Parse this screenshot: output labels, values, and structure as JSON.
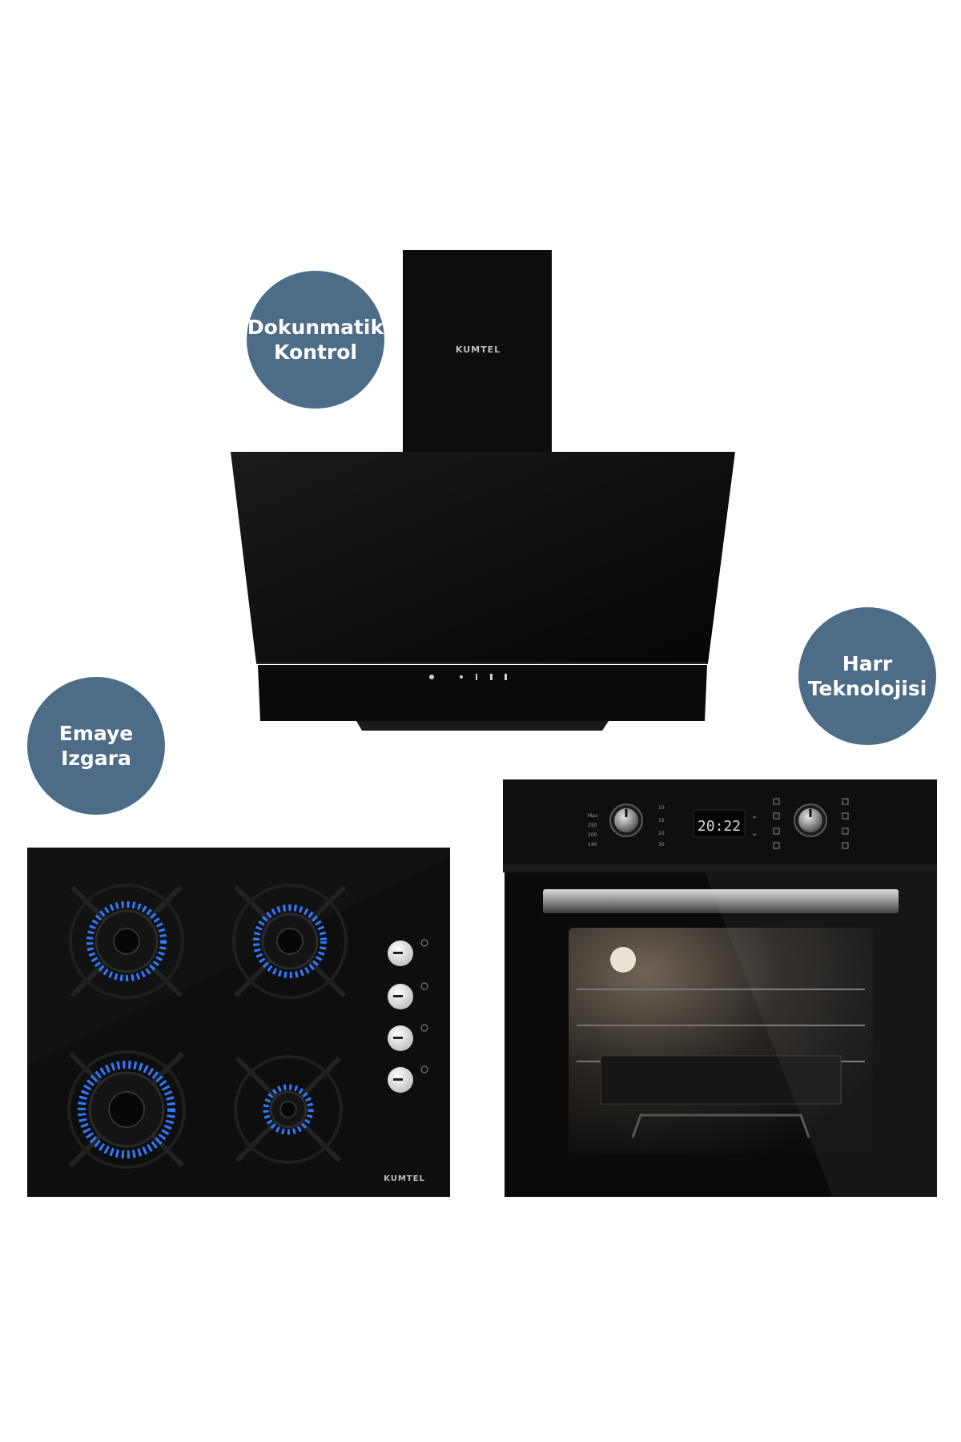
{
  "colors": {
    "badge": "#4c6c87",
    "appliance": "#0c0c0c",
    "flame": "#2f7bff"
  },
  "badges": {
    "touch": {
      "line1": "Dokunmatik",
      "line2": "Kontrol"
    },
    "fan": {
      "line1": "Harr",
      "line2": "Teknolojisi"
    },
    "grate": {
      "line1": "Emaye",
      "line2": "Izgara"
    }
  },
  "hood": {
    "brand": "KUMTEL",
    "touch_icons": [
      "power-icon",
      "minus-icon",
      "speed-1-icon",
      "speed-2-icon",
      "speed-3-icon"
    ]
  },
  "hob": {
    "brand": "KUMTEL",
    "burners": 4,
    "knobs": 4
  },
  "oven": {
    "display_time": "20:22",
    "left_scale": [
      "Max",
      "250",
      "200",
      "140"
    ],
    "right_scale": [
      "10",
      "15",
      "20",
      "30"
    ]
  }
}
